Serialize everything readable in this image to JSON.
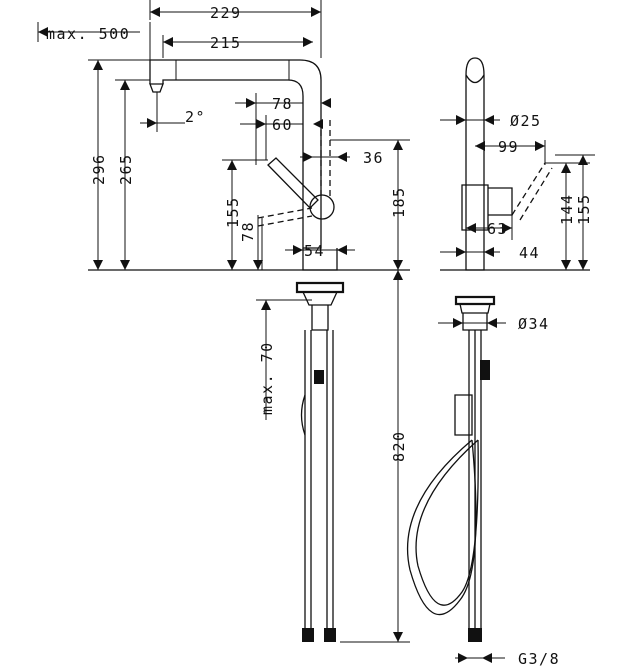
{
  "figure": {
    "type": "technical-drawing",
    "views": [
      "front-view",
      "side-view"
    ]
  },
  "dimensions": {
    "max_500": "max. 500",
    "d229": "229",
    "d215": "215",
    "angle2": "2°",
    "d78_top": "78",
    "d60": "60",
    "d36": "36",
    "d296": "296",
    "d265": "265",
    "d185": "185",
    "d155_left": "155",
    "d78_left": "78",
    "d54": "54",
    "max_70": "max. 70",
    "d820": "820",
    "dia25": "Ø25",
    "d99": "99",
    "d144": "144",
    "d155_right": "155",
    "d63": "63",
    "d44": "44",
    "dia34": "Ø34",
    "g38": "G3/8"
  }
}
